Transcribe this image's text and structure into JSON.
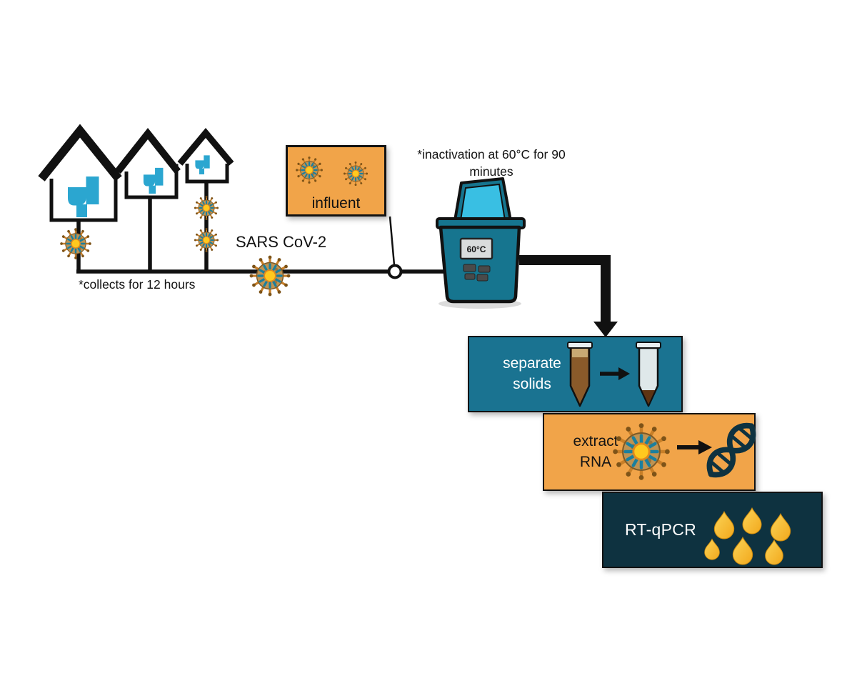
{
  "flow": {
    "collects_note": "*collects for 12 hours",
    "virus_name": "SARS CoV-2",
    "influent": {
      "label": "influent"
    },
    "inactivation_note": "*inactivation at 60°C for 90 minutes",
    "sampler": {
      "display": "60°C"
    },
    "steps": [
      {
        "label": "separate solids"
      },
      {
        "label": "extract RNA"
      },
      {
        "label": "RT-qPCR"
      }
    ]
  },
  "icons": {
    "house": "house",
    "toilet": "toilet",
    "virus": "coronavirus-particle",
    "sampler": "autosampler",
    "tube_full": "tube-with-solids",
    "tube_pellet": "tube-with-pellet",
    "rna": "rna-strand",
    "droplet": "pcr-droplet"
  },
  "colors": {
    "orange_box": "#f1a449",
    "teal_box": "#1a7391",
    "navy_box": "#0e3240",
    "device_teal": "#16758f",
    "lid_cyan": "#39bfe3",
    "toilet_blue": "#2ba6d0",
    "droplet_gold": "#f2a81c",
    "virus_body": "#bf9352",
    "virus_center": "#ffc91f",
    "virus_inner_spikes": "#1b7f9e",
    "solids_brown": "#7a4a1e"
  }
}
